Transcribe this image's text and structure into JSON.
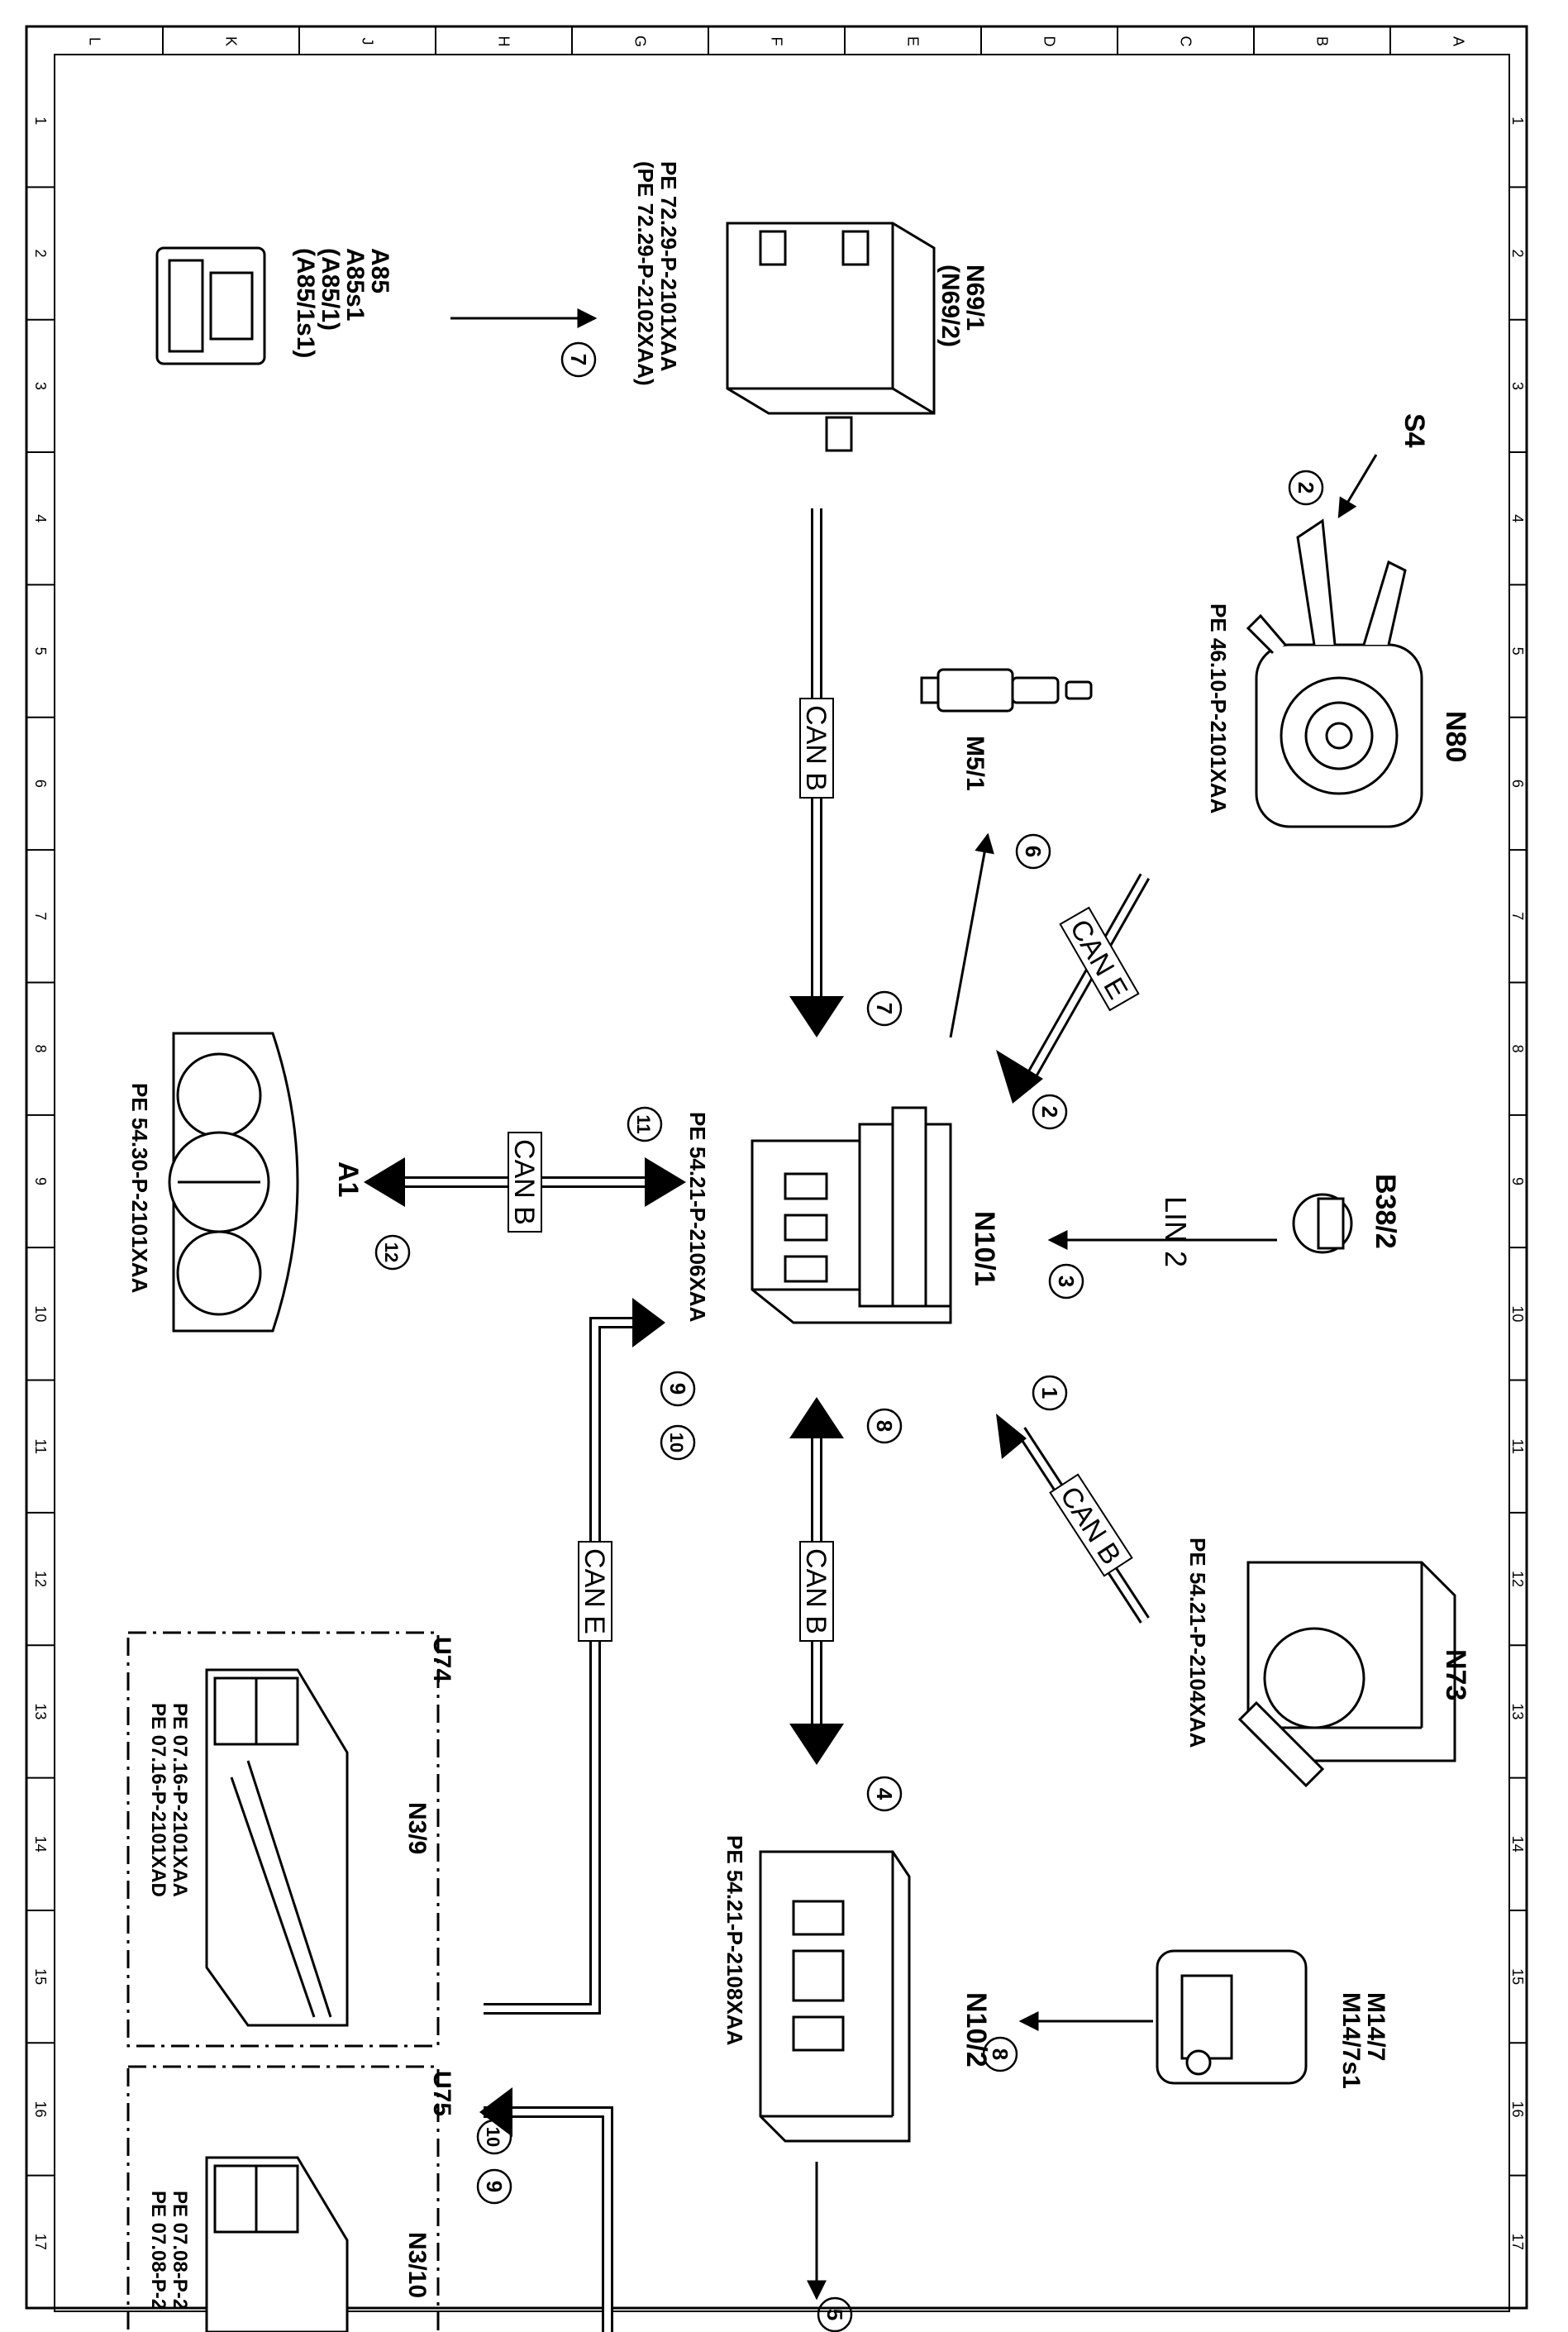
{
  "grid": {
    "columns": [
      "L",
      "K",
      "J",
      "H",
      "G",
      "F",
      "E",
      "D",
      "C",
      "B",
      "A"
    ],
    "rows": [
      "1",
      "2",
      "3",
      "4",
      "5",
      "6",
      "7",
      "8",
      "9",
      "10",
      "11",
      "12",
      "13",
      "14",
      "15",
      "16",
      "17"
    ]
  },
  "components": {
    "A85": [
      "A85",
      "A85s1",
      "(A85/1)",
      "(A85/1s1)"
    ],
    "N69": [
      "N69/1",
      "(N69/2)"
    ],
    "N69_ref": [
      "PE 72.29-P-2101XAA",
      "(PE 72.29-P-2102XAA)"
    ],
    "S4": "S4",
    "N80": "N80",
    "N80_ref": "PE 46.10-P-2101XAA",
    "M5": "M5/1",
    "N10_1": "N10/1",
    "N10_1_ref": "PE 54.21-P-2106XAA",
    "B38": "B38/2",
    "A1": "A1",
    "A1_ref": "PE 54.30-P-2101XAA",
    "N73": "N73",
    "N73_ref": "PE 54.21-P-2104XAA",
    "N10_2": "N10/2",
    "N10_2_ref": "PE 54.21-P-2108XAA",
    "M14": [
      "M14/7",
      "M14/7s1"
    ],
    "U74": "U74",
    "N3_9": "N3/9",
    "N3_9_ref": [
      "PE 07.16-P-2101XAA",
      "PE 07.16-P-2101XAD"
    ],
    "U75": "U75",
    "N3_10": "N3/10",
    "N3_10_ref": [
      "PE 07.08-P-2",
      "PE 07.08-P-2"
    ]
  },
  "buses": {
    "can_b": "CAN B",
    "can_e": "CAN E",
    "lin2": "LIN 2"
  },
  "steps": {
    "s1": "1",
    "s2": "2",
    "s3": "3",
    "s4": "4",
    "s5": "5",
    "s6": "6",
    "s7": "7",
    "s8": "8",
    "s9": "9",
    "s10": "10",
    "s11": "11",
    "s12": "12"
  }
}
